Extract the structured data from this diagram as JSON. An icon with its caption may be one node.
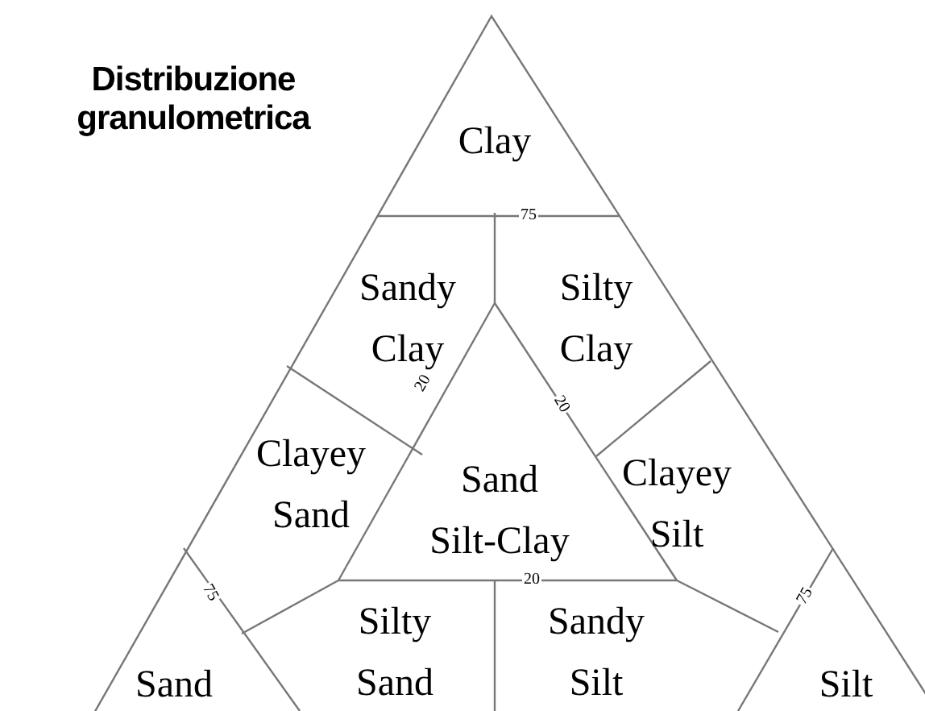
{
  "diagram": {
    "title": "Distribuzione granulometrica",
    "labels": [
      "Clay",
      "75",
      "Sandy Clay",
      "Silty Clay",
      "20",
      "20",
      "Clayey Sand",
      "Sand Silt-Clay",
      "Clayey Silt",
      "75",
      "20",
      "75",
      "Sand",
      "Silty Sand",
      "Sandy Silt",
      "Silt"
    ]
  }
}
